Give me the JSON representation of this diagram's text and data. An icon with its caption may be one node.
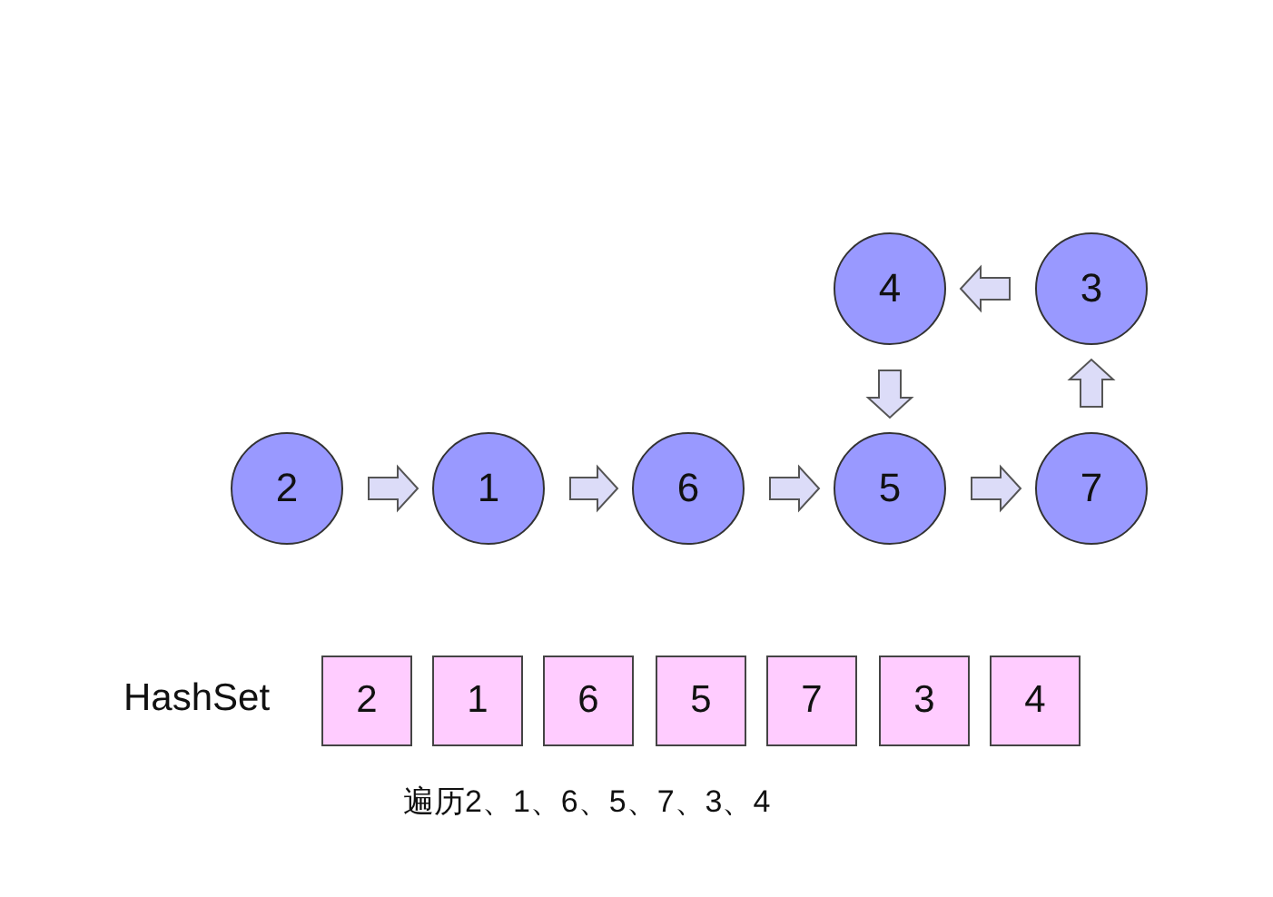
{
  "diagram": {
    "nodes": [
      {
        "text": [
          "4"
        ]
      },
      {
        "text": [
          "3"
        ]
      },
      {
        "text": [
          "2"
        ]
      },
      {
        "text": [
          "1"
        ]
      },
      {
        "text": [
          "6"
        ]
      },
      {
        "text": [
          "5"
        ]
      },
      {
        "text": [
          "7"
        ]
      },
      {
        "text": [
          "2"
        ]
      },
      {
        "text": [
          "1"
        ]
      },
      {
        "text": [
          "6"
        ]
      },
      {
        "text": [
          "5"
        ]
      },
      {
        "text": [
          "7"
        ]
      },
      {
        "text": [
          "3"
        ]
      },
      {
        "text": [
          "4"
        ]
      }
    ],
    "edges": [
      {
        "from": 2,
        "to": 3,
        "arrow": "to"
      },
      {
        "from": 3,
        "to": 4,
        "arrow": "to"
      },
      {
        "from": 4,
        "to": 5,
        "arrow": "to"
      },
      {
        "from": 5,
        "to": 6,
        "arrow": "to"
      },
      {
        "from": 6,
        "to": 1,
        "arrow": "to"
      },
      {
        "from": 1,
        "to": 0,
        "arrow": "to"
      },
      {
        "from": 0,
        "to": 5,
        "arrow": "to"
      }
    ],
    "labels": [
      "HashSet",
      "遍历2、1、6、5、7、3、4"
    ]
  }
}
